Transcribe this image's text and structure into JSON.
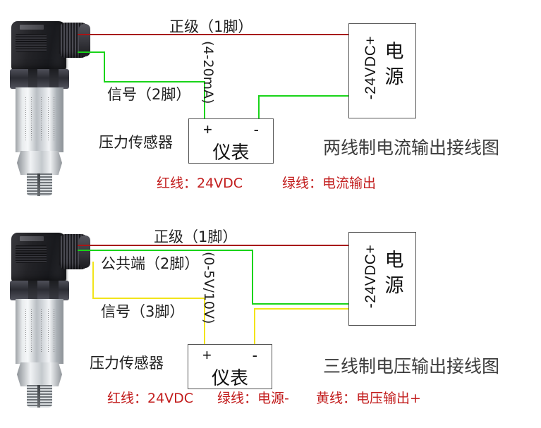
{
  "diagrams": [
    {
      "id": "two-wire",
      "title": "两线制电流输出接线图",
      "sensor_caption": "压力传感器",
      "wire_labels": {
        "positive": "正级（1脚）",
        "signal": "信号（2脚）",
        "range": "(4-20mA)"
      },
      "meter": {
        "name": "仪表",
        "plus": "+",
        "minus": "-"
      },
      "psu": {
        "terminals": "-24VDC+",
        "name": "电源"
      },
      "legend": [
        "红线：24VDC",
        "绿线：电流输出"
      ]
    },
    {
      "id": "three-wire",
      "title": "三线制电压输出接线图",
      "sensor_caption": "压力传感器",
      "wire_labels": {
        "positive": "正级（1脚）",
        "common": "公共端（2脚）",
        "signal": "信号（3脚）",
        "range": "(0-5V/10V)"
      },
      "meter": {
        "name": "仪表",
        "plus": "+",
        "minus": "-"
      },
      "psu": {
        "terminals": "-24VDC+",
        "name": "电源"
      },
      "legend": [
        "红线：24VDC",
        "绿线：电源-",
        "黄线：电压输出+"
      ]
    }
  ],
  "colors": {
    "red_wire": "#a81515",
    "green_wire": "#19d419",
    "yellow_wire": "#f2e41a",
    "legend_text": "#c21c1c",
    "title_text": "#3c3c3c",
    "box_border": "#555555"
  }
}
